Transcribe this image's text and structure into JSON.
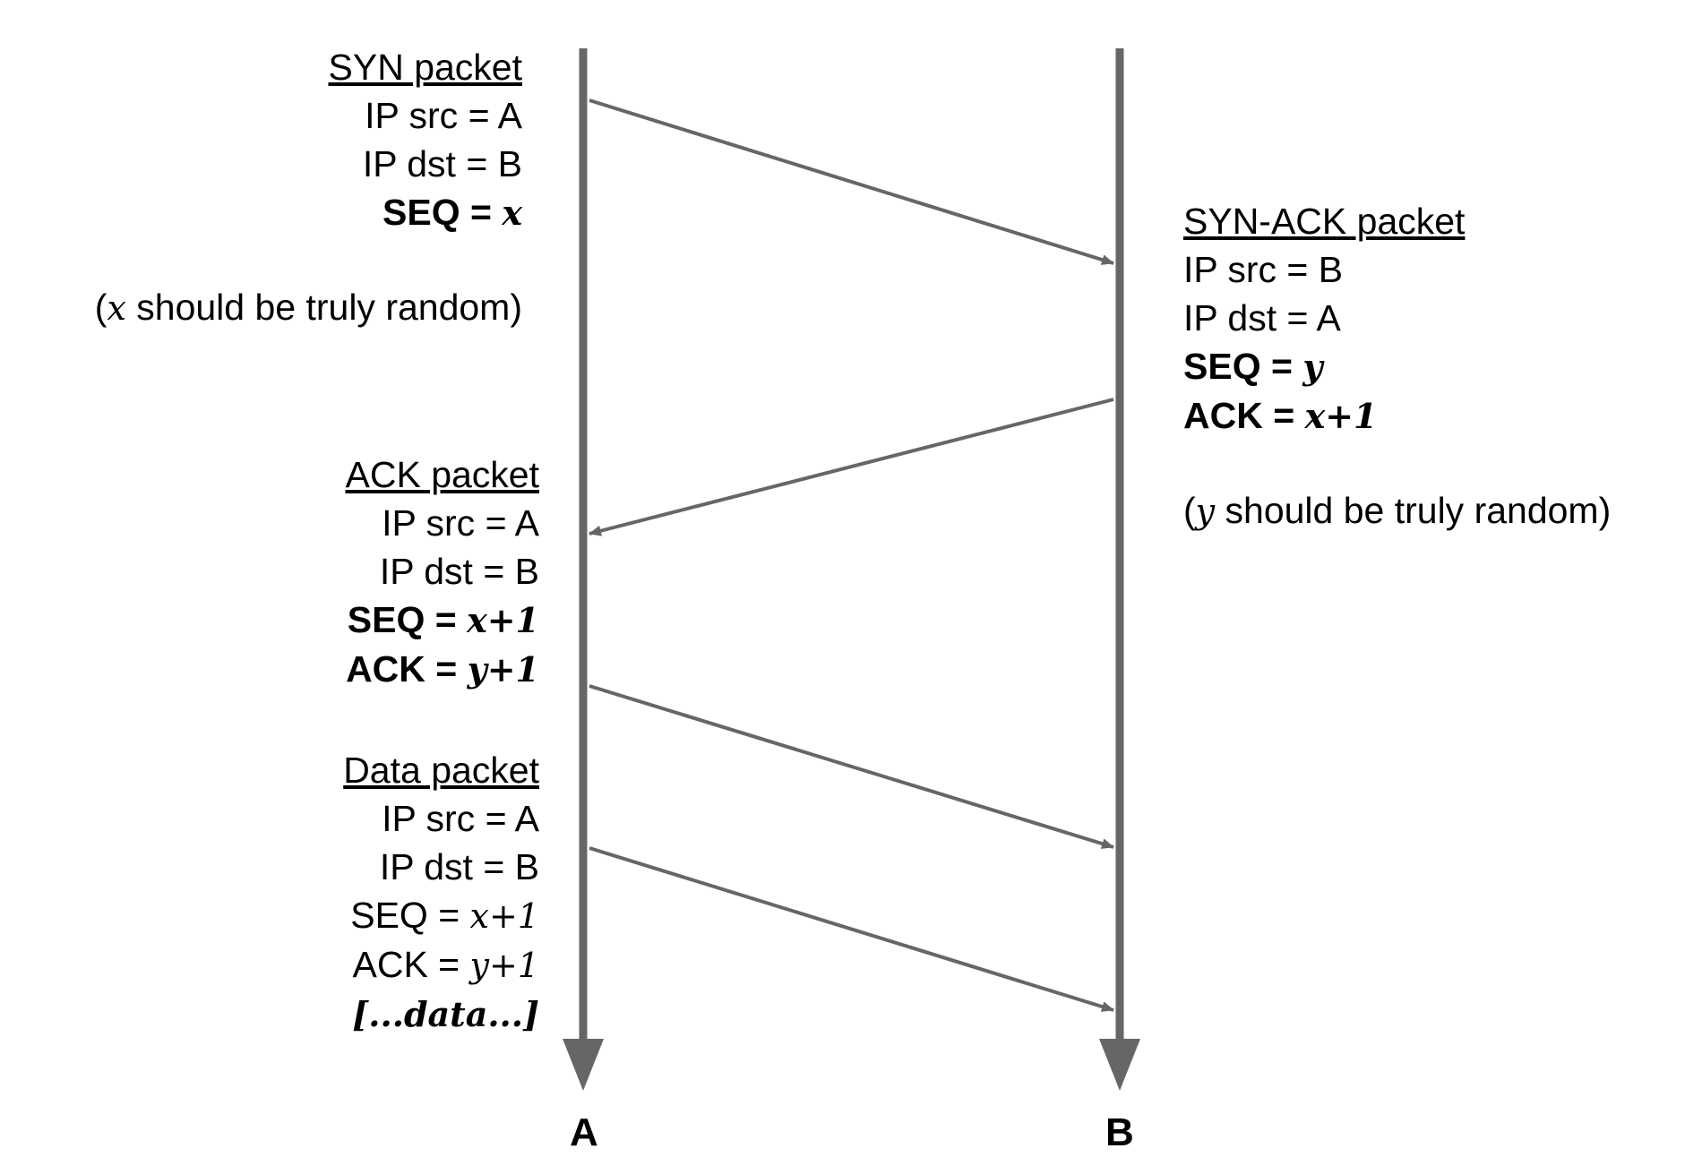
{
  "colors": {
    "timeline": "#666666",
    "arrow": "#666666",
    "text": "#000000"
  },
  "hosts": {
    "a_label": "A",
    "b_label": "B"
  },
  "syn_packet": {
    "title": "SYN packet",
    "ip_src": "IP src = A",
    "ip_dst": "IP dst = B",
    "seq_prefix": "SEQ = ",
    "seq_var": "x",
    "note_open": "(",
    "note_var": "x",
    "note_text": " should be truly random)"
  },
  "syn_ack_packet": {
    "title": "SYN-ACK packet",
    "ip_src": "IP src = B",
    "ip_dst": "IP dst = A",
    "seq_prefix": "SEQ = ",
    "seq_var": "y",
    "ack_prefix": "ACK = ",
    "ack_var": "x+1",
    "note_open": "(",
    "note_var": "y",
    "note_text": " should be truly random)"
  },
  "ack_packet": {
    "title": "ACK packet",
    "ip_src": "IP src = A",
    "ip_dst": "IP dst = B",
    "seq_prefix": "SEQ = ",
    "seq_var": "x+1",
    "ack_prefix": "ACK = ",
    "ack_var": "y+1"
  },
  "data_packet": {
    "title": "Data packet",
    "ip_src": "IP src = A",
    "ip_dst": "IP dst = B",
    "seq_prefix": "SEQ = ",
    "seq_var": "x+1",
    "ack_prefix": "ACK = ",
    "ack_var": "y+1",
    "payload": "[...data...]"
  }
}
